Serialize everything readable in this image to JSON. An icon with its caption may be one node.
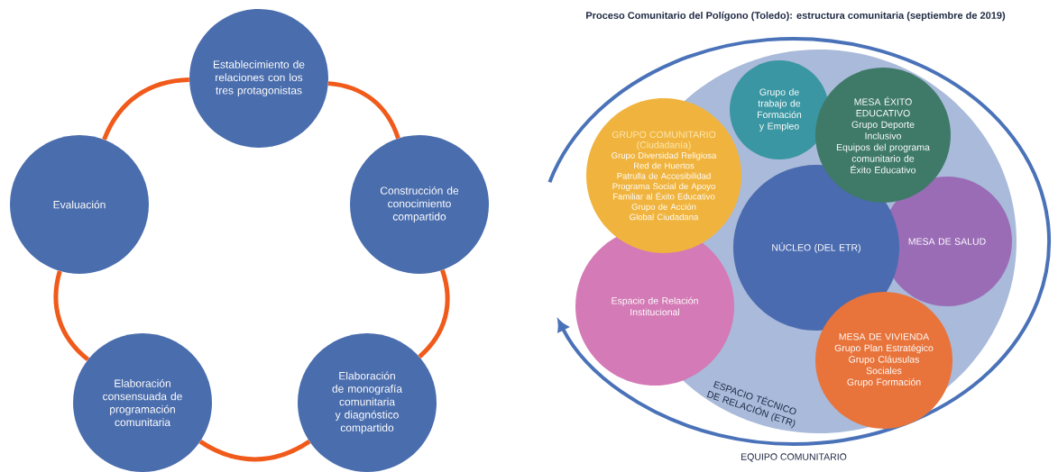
{
  "diagram": {
    "title": "Proceso Comunitario del Polígono (Toledo): estructura comunitaria (septiembre de 2019)",
    "nodes": [
      {
        "text": [
          "Establecimiento de relaciones con los tres protagonistas"
        ]
      },
      {
        "text": [
          "Construcción de conocimiento compartido"
        ]
      },
      {
        "text": [
          "Elaboración de monografía comunitaria y diagnóstico compartido"
        ]
      },
      {
        "text": [
          "Elaboración consensuada de programación comunitaria"
        ]
      },
      {
        "text": [
          "Evaluación"
        ]
      },
      {
        "text": [
          "ESPACIO TÉCNICO DE RELACIÓN (ETR)"
        ]
      },
      {
        "text": [
          "Grupo de trabajo de Formación y Empleo"
        ],
        "in": 5
      },
      {
        "text": [
          "MESA ÉXITO EDUCATIVO",
          "Grupo Deporte Inclusivo",
          "Equipos del programa comunitario de Éxito Educativo"
        ],
        "in": 5
      },
      {
        "text": [
          "GRUPO COMUNITARIO (Ciudadanía)",
          "Grupo Diversidad Religiosa",
          "Red de Huertos",
          "Patrulla de Accesibilidad",
          "Programa Social de Apoyo Familiar al Éxito Educativo",
          "Grupo de Acción Global Ciudadana"
        ]
      },
      {
        "text": [
          "Espacio de Relación Institucional"
        ]
      },
      {
        "text": [
          "NÚCLEO (DEL ETR)"
        ],
        "in": 5
      },
      {
        "text": [
          "MESA DE SALUD"
        ],
        "in": 5
      },
      {
        "text": [
          "MESA DE VIVIENDA",
          "Grupo Plan Estratégico",
          "Grupo Cláusulas Sociales",
          "Grupo Formación"
        ],
        "in": 5
      }
    ],
    "edges": [
      {
        "from": 0,
        "to": 1,
        "arrow": "none"
      },
      {
        "from": 1,
        "to": 2,
        "arrow": "none"
      },
      {
        "from": 2,
        "to": 3,
        "arrow": "none"
      },
      {
        "from": 3,
        "to": 4,
        "arrow": "none"
      },
      {
        "from": 4,
        "to": 0,
        "arrow": "none"
      }
    ],
    "labels": [
      "EQUIPO COMUNITARIO"
    ]
  }
}
